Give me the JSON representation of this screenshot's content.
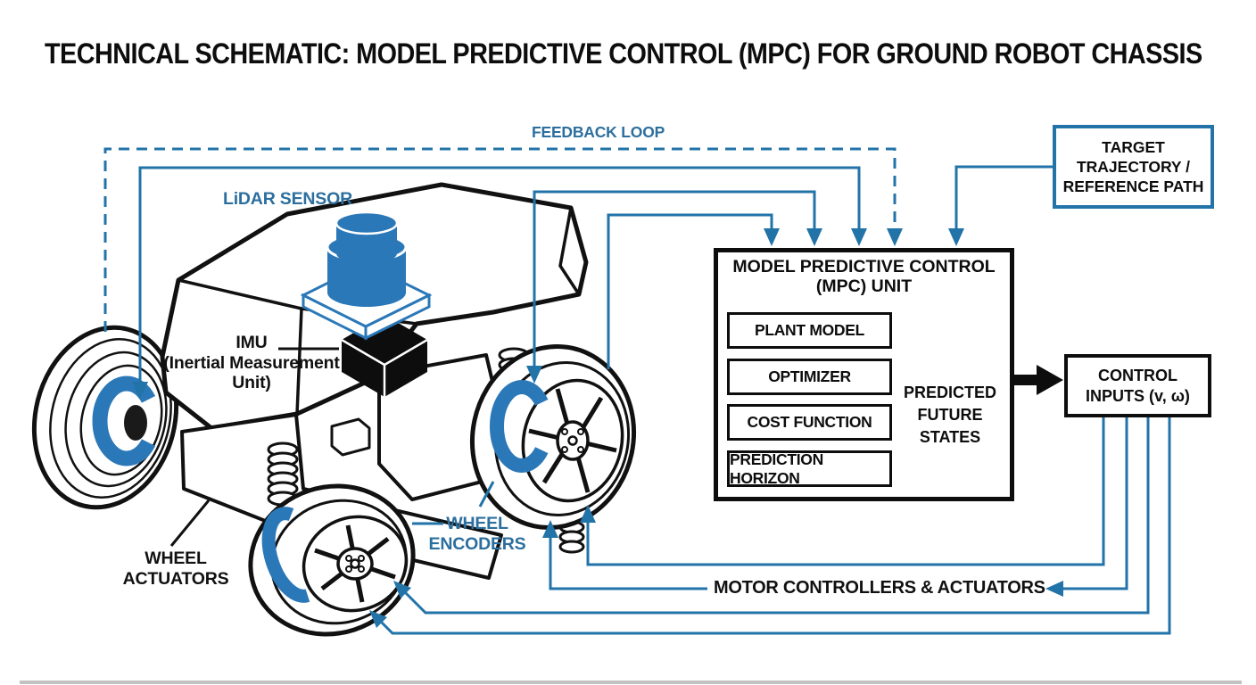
{
  "title": "TECHNICAL SCHEMATIC: MODEL PREDICTIVE CONTROL (MPC) FOR GROUND ROBOT CHASSIS",
  "colors": {
    "accent_blue": "#2273a8",
    "label_blue": "#2c6f9e",
    "lidar_blue": "#2b78b8",
    "ink": "#0d0d0d",
    "background": "#ffffff"
  },
  "feedback": {
    "label": "FEEDBACK LOOP"
  },
  "labels": {
    "lidar": "LiDAR SENSOR",
    "imu": [
      "IMU",
      "(Inertial Measurement",
      "Unit)"
    ],
    "wheel_encoders": [
      "WHEEL",
      "ENCODERS"
    ],
    "wheel_actuators": [
      "WHEEL",
      "ACTUATORS"
    ],
    "motor": "MOTOR CONTROLLERS & ACTUATORS"
  },
  "target_box": {
    "lines": [
      "TARGET",
      "TRAJECTORY /",
      "REFERENCE PATH"
    ]
  },
  "mpc_unit": {
    "title": [
      "MODEL PREDICTIVE CONTROL",
      "(MPC) UNIT"
    ],
    "modules": [
      "PLANT MODEL",
      "OPTIMIZER",
      "COST FUNCTION",
      "PREDICTION HORIZON"
    ],
    "predicted_states": [
      "PREDICTED",
      "FUTURE",
      "STATES"
    ]
  },
  "control_box": {
    "lines": [
      "CONTROL",
      "INPUTS (v, ω)"
    ]
  }
}
